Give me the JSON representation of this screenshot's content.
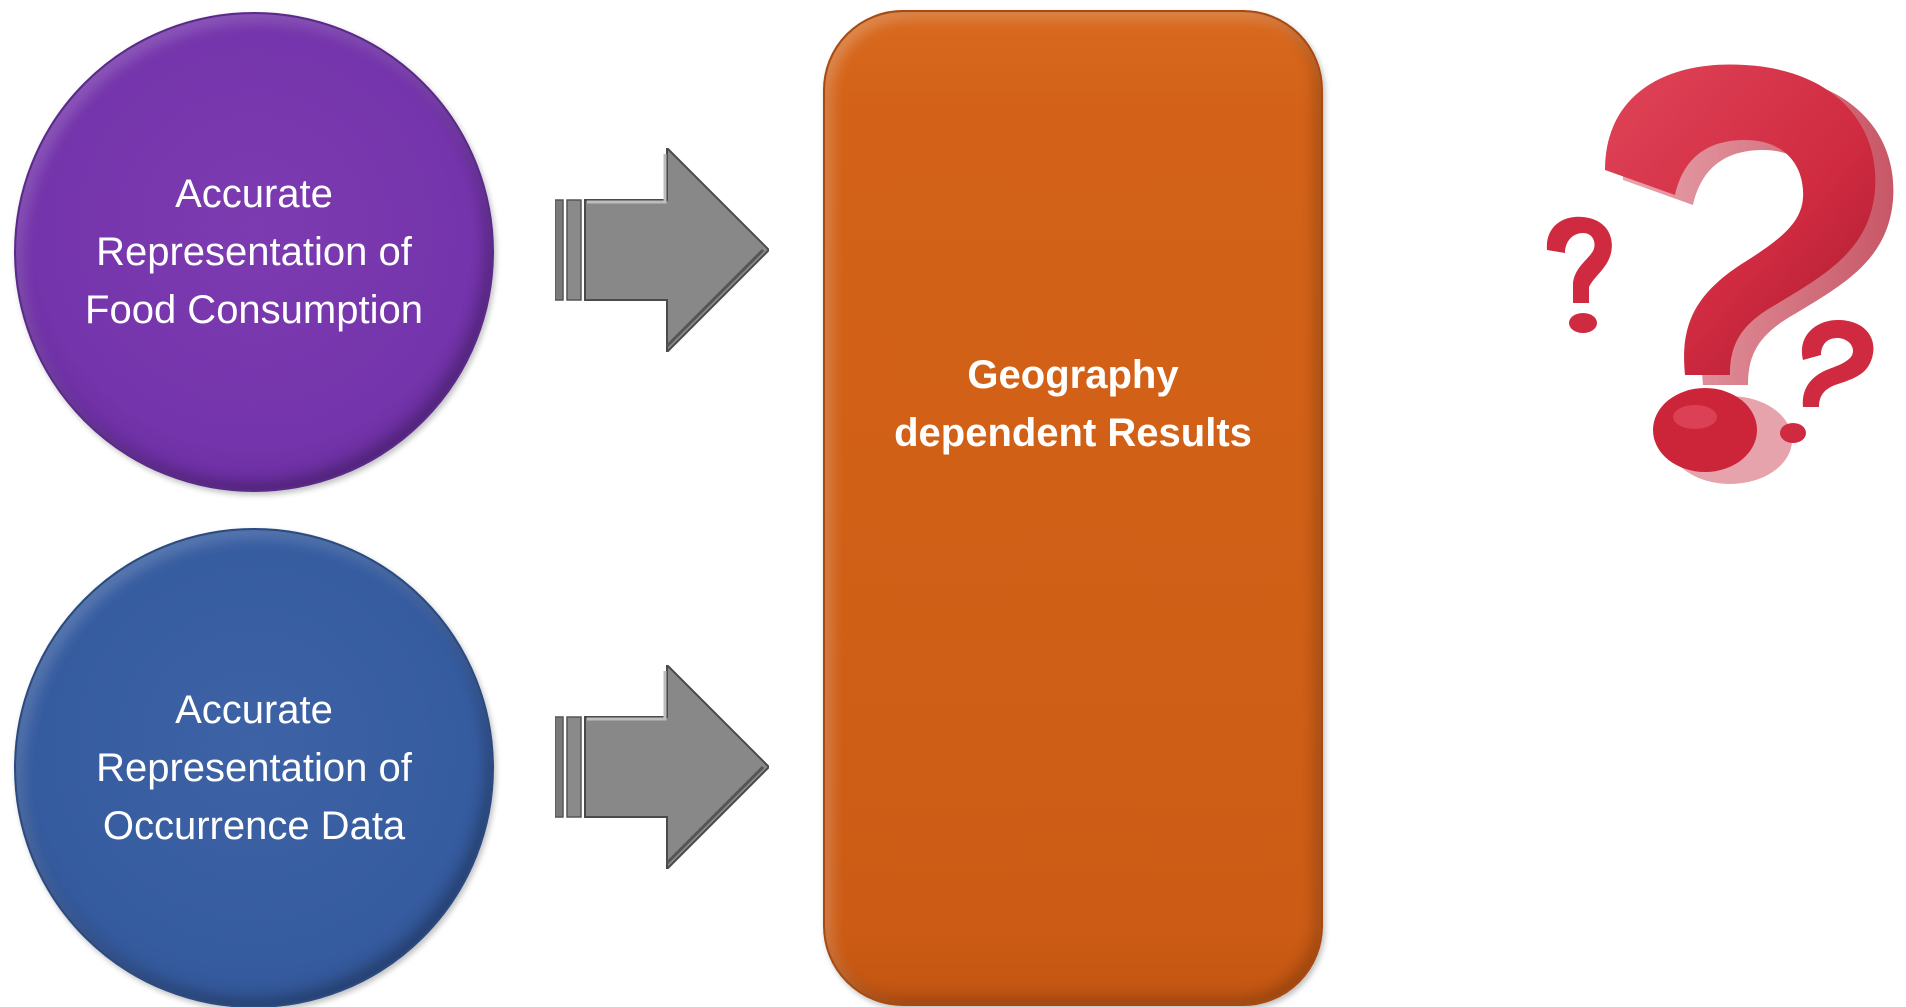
{
  "diagram": {
    "inputs": [
      {
        "label": "Accurate Representation of Food Consumption",
        "color": "#7434ab"
      },
      {
        "label": "Accurate Representation of Occurrence Data",
        "color": "#365ca0"
      }
    ],
    "output": {
      "label": "Geography dependent Results",
      "color": "#d16017"
    },
    "arrow_color": "#888888",
    "question_marks": {
      "icon": "question-marks-icon",
      "color": "#d32f45"
    }
  }
}
